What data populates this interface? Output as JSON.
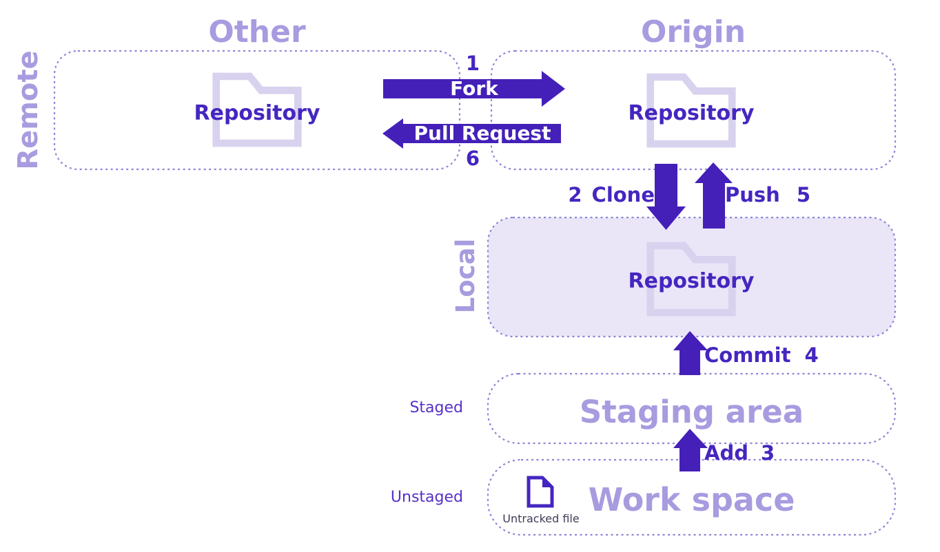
{
  "palette": {
    "indigo": "#4420b8",
    "label": "#4526c0",
    "heading": "#a89bdf",
    "folder": "#d8d2ef",
    "border": "#8d85d8",
    "local-fill": "#eae6f7",
    "side-label": "#5630c8",
    "caption": "#3f3c55"
  },
  "remote": {
    "group_label": "Remote",
    "other": {
      "title": "Other",
      "repository_label": "Repository"
    },
    "origin": {
      "title": "Origin",
      "repository_label": "Repository"
    }
  },
  "local": {
    "group_label": "Local",
    "repository_label": "Repository"
  },
  "staging": {
    "side_label": "Staged",
    "title": "Staging area"
  },
  "workspace": {
    "side_label": "Unstaged",
    "title": "Work space",
    "untracked_file_caption": "Untracked file"
  },
  "flows": {
    "fork": {
      "step": "1",
      "label": "Fork"
    },
    "pull_request": {
      "step": "6",
      "label": "Pull Request"
    },
    "clone": {
      "step": "2",
      "label": "Clone"
    },
    "push": {
      "step": "5",
      "label": "Push"
    },
    "commit": {
      "step": "4",
      "label": "Commit"
    },
    "add": {
      "step": "3",
      "label": "Add"
    }
  }
}
